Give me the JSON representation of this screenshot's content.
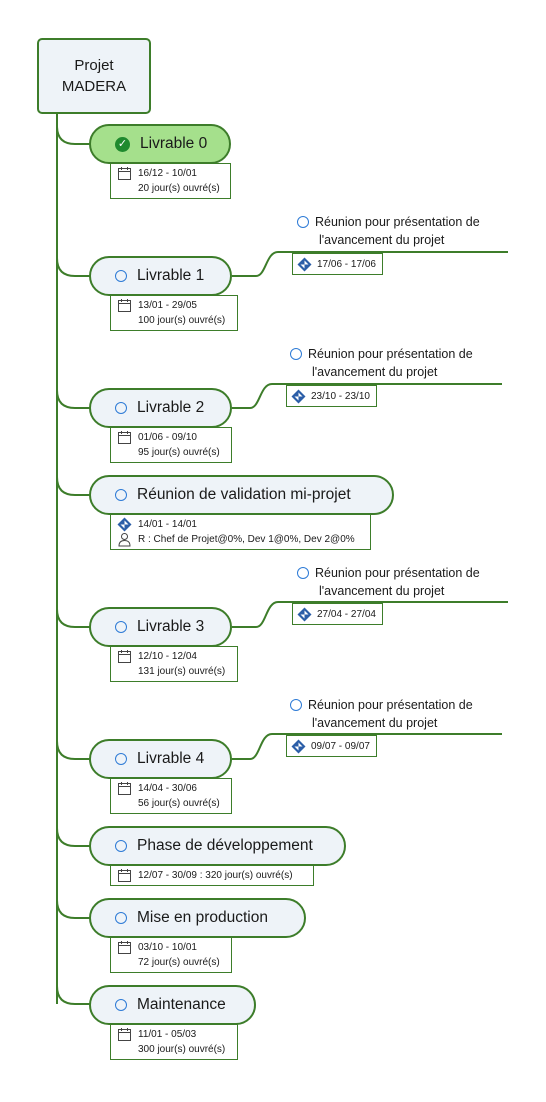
{
  "root": {
    "line1": "Projet",
    "line2": "MADERA"
  },
  "tasks": [
    {
      "label": "Livrable 0",
      "dates": "16/12 - 10/01",
      "duration": "20 jour(s) ouvré(s)",
      "status": "completed"
    },
    {
      "label": "Livrable 1",
      "dates": "13/01 - 29/05",
      "duration": "100 jour(s) ouvré(s)",
      "status": "open"
    },
    {
      "label": "Livrable 2",
      "dates": "01/06 - 09/10",
      "duration": "95 jour(s) ouvré(s)",
      "status": "open"
    },
    {
      "label": "Réunion de validation mi-projet",
      "dates": "14/01 - 14/01",
      "resources": "R : Chef de Projet@0%, Dev 1@0%, Dev 2@0%",
      "status": "open"
    },
    {
      "label": "Livrable 3",
      "dates": "12/10 - 12/04",
      "duration": "131 jour(s) ouvré(s)",
      "status": "open"
    },
    {
      "label": "Livrable 4",
      "dates": "14/04 - 30/06",
      "duration": "56 jour(s) ouvré(s)",
      "status": "open"
    },
    {
      "label": "Phase de développement",
      "dates": "12/07 - 30/09 : 320 jour(s) ouvré(s)",
      "status": "open"
    },
    {
      "label": "Mise en production",
      "dates": "03/10 - 10/01",
      "duration": "72 jour(s) ouvré(s)",
      "status": "open"
    },
    {
      "label": "Maintenance",
      "dates": "11/01 - 05/03",
      "duration": "300 jour(s) ouvré(s)",
      "status": "open"
    }
  ],
  "meetings": [
    {
      "line1": "Réunion pour présentation de",
      "line2": "l'avancement du projet",
      "dates": "17/06 - 17/06"
    },
    {
      "line1": "Réunion pour présentation de",
      "line2": "l'avancement du projet",
      "dates": "23/10 - 23/10"
    },
    {
      "line1": "Réunion pour présentation de",
      "line2": "l'avancement du projet",
      "dates": "27/04 - 27/04"
    },
    {
      "line1": "Réunion pour présentation de",
      "line2": "l'avancement du projet",
      "dates": "09/07 - 09/07"
    }
  ],
  "icons": {
    "calendar": "calendar-icon",
    "milestone": "milestone-icon",
    "resource": "person-icon",
    "check": "check-circle-icon",
    "circle": "open-circle-icon"
  },
  "colors": {
    "connector": "#3d7d2a",
    "node_bg": "#eef3f8",
    "completed_bg": "#a5e08c",
    "circle": "#2e7bd6"
  }
}
